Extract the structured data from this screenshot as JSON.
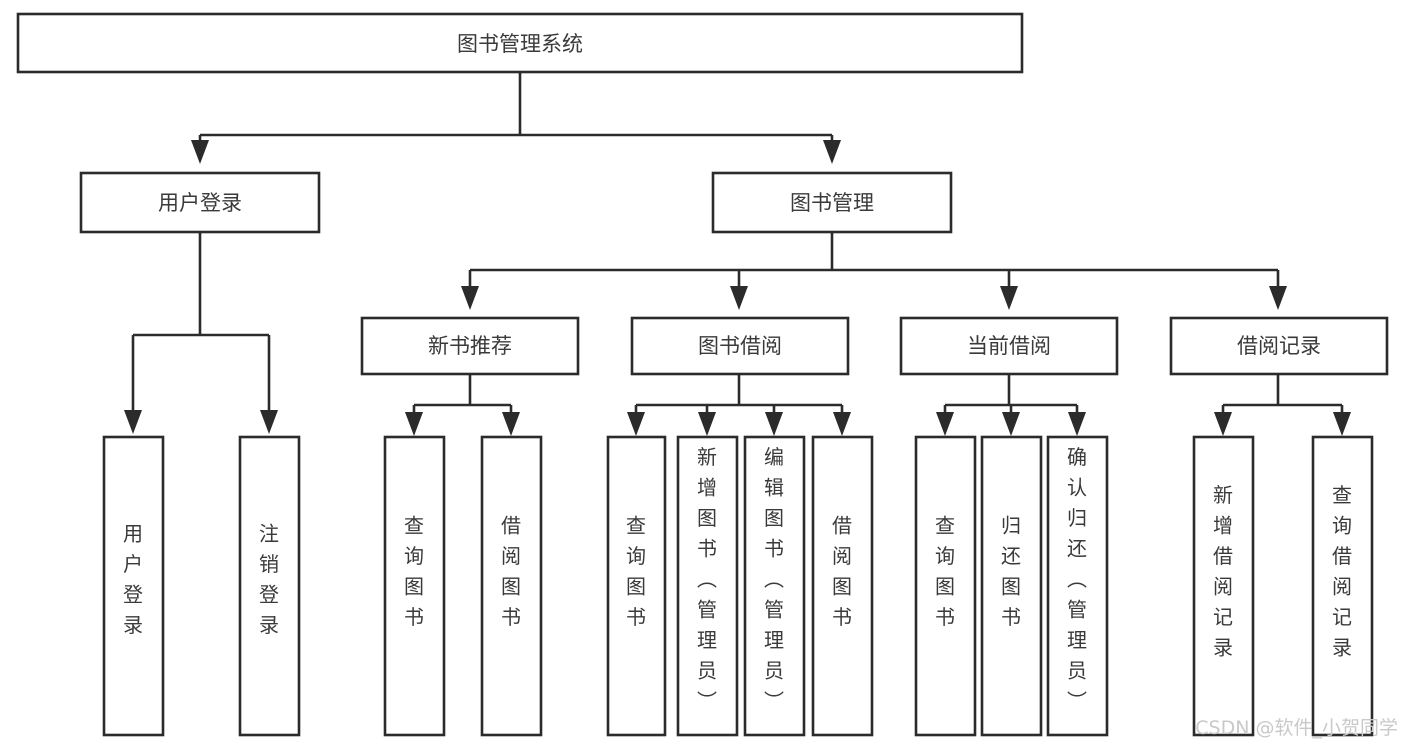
{
  "diagram": {
    "type": "tree-hierarchy",
    "title": "图书管理系统",
    "orientation": "top-down",
    "colors": {
      "box_stroke": "#2b2b2b",
      "box_fill": "#ffffff",
      "text": "#3a3a3a",
      "connector": "#2b2b2b",
      "watermark": "#c9c9c9",
      "background": "#ffffff"
    },
    "levels": {
      "root": {
        "label": "图书管理系统"
      },
      "level2": [
        {
          "id": "user-login",
          "label": "用户登录"
        },
        {
          "id": "book-manage",
          "label": "图书管理"
        }
      ],
      "level3": [
        {
          "id": "new-book-rec",
          "label": "新书推荐",
          "parent": "book-manage"
        },
        {
          "id": "book-borrow",
          "label": "图书借阅",
          "parent": "book-manage"
        },
        {
          "id": "current-borrow",
          "label": "当前借阅",
          "parent": "book-manage"
        },
        {
          "id": "borrow-record",
          "label": "借阅记录",
          "parent": "book-manage"
        }
      ],
      "leaves": [
        {
          "id": "leaf-user-login",
          "label": "用户登录",
          "parent": "user-login"
        },
        {
          "id": "leaf-logout",
          "label": "注销登录",
          "parent": "user-login"
        },
        {
          "id": "leaf-query-book-1",
          "label": "查询图书",
          "parent": "new-book-rec"
        },
        {
          "id": "leaf-borrow-book-1",
          "label": "借阅图书",
          "parent": "new-book-rec"
        },
        {
          "id": "leaf-query-book-2",
          "label": "查询图书",
          "parent": "book-borrow"
        },
        {
          "id": "leaf-add-book",
          "label": "新增图书（管理员）",
          "parent": "book-borrow"
        },
        {
          "id": "leaf-edit-book",
          "label": "编辑图书（管理员）",
          "parent": "book-borrow"
        },
        {
          "id": "leaf-borrow-book-2",
          "label": "借阅图书",
          "parent": "book-borrow"
        },
        {
          "id": "leaf-query-book-3",
          "label": "查询图书",
          "parent": "current-borrow"
        },
        {
          "id": "leaf-return-book",
          "label": "归还图书",
          "parent": "current-borrow"
        },
        {
          "id": "leaf-confirm-return",
          "label": "确认归还（管理员）",
          "parent": "current-borrow"
        },
        {
          "id": "leaf-add-record",
          "label": "新增借阅记录",
          "parent": "borrow-record"
        },
        {
          "id": "leaf-query-record",
          "label": "查询借阅记录",
          "parent": "borrow-record"
        }
      ]
    }
  },
  "watermark": {
    "text": "CSDN @软件_小贺同学"
  }
}
